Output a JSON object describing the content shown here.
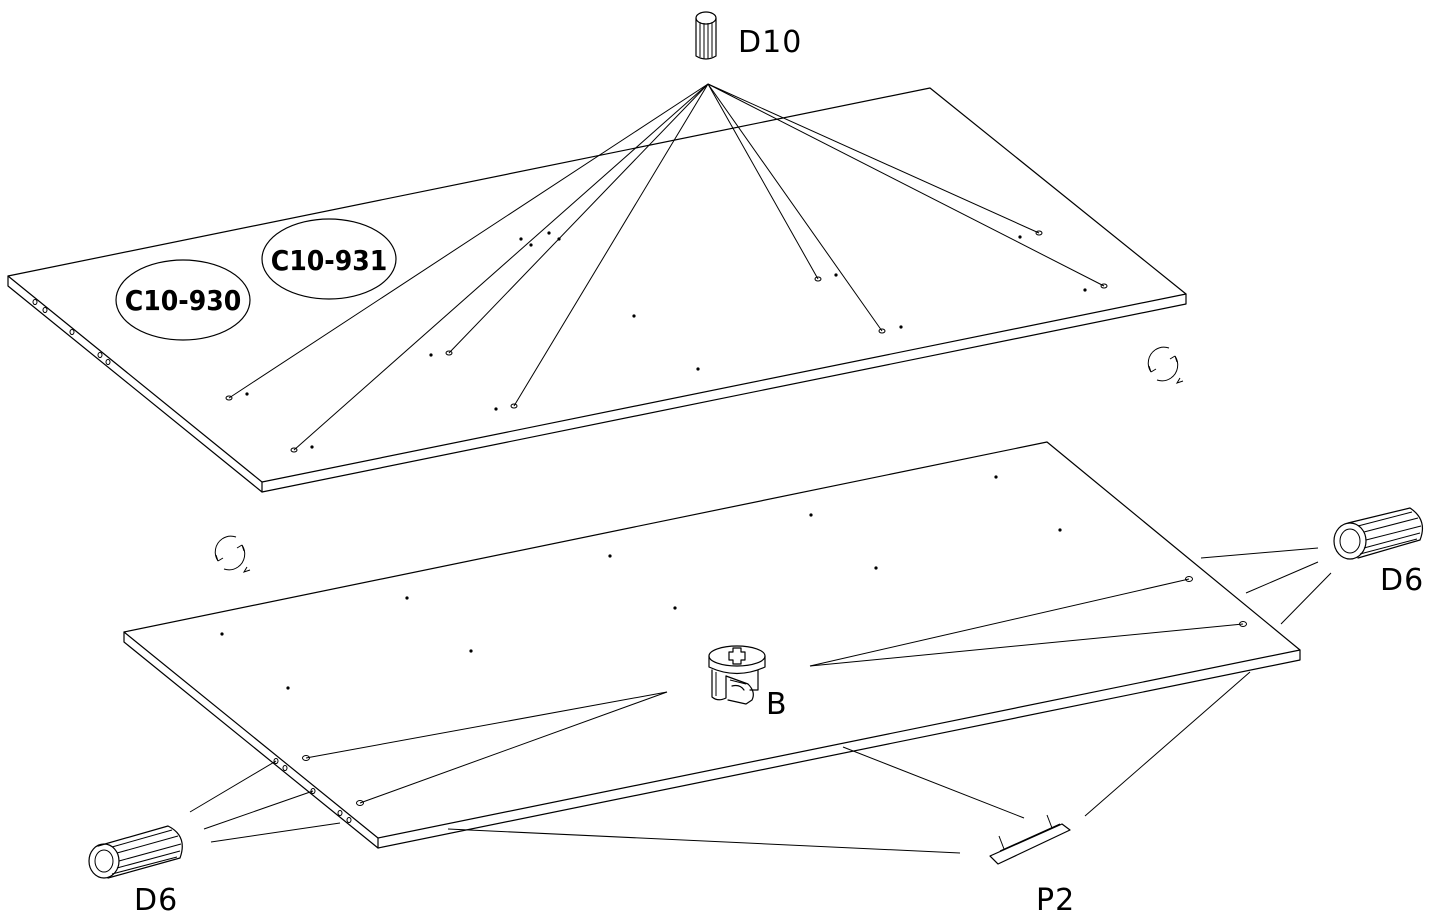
{
  "panels": {
    "top_codes": [
      "C10-930",
      "C10-931"
    ]
  },
  "parts": {
    "dowel_10": "D10",
    "dowel_6_right": "D6",
    "dowel_6_left": "D6",
    "cam_lock": "B",
    "edge_cap": "P2"
  },
  "icons": [
    "rotate-icon",
    "rotate-icon"
  ]
}
